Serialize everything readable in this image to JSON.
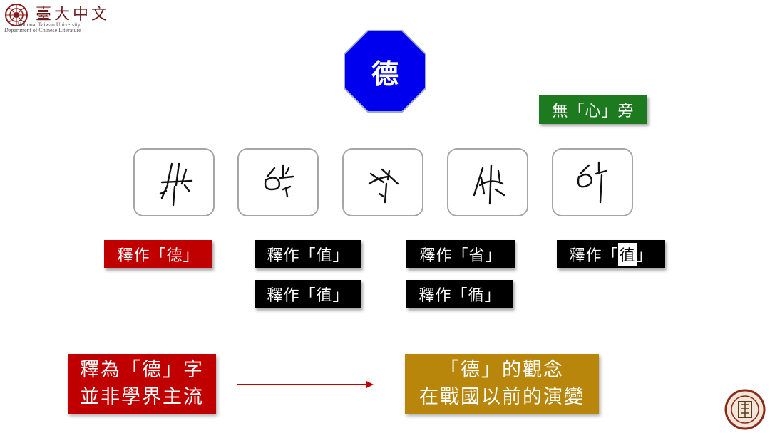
{
  "header": {
    "logo_title": "臺大中文",
    "logo_en_line1": "National Taiwan University",
    "logo_en_line2": "Department of Chinese Literature"
  },
  "diagram": {
    "center_char": "德",
    "no_heart_label": "無「心」旁",
    "glyph_icons": [
      "oracle-glyph-1-icon",
      "oracle-glyph-2-icon",
      "oracle-glyph-3-icon",
      "oracle-glyph-4-icon",
      "oracle-glyph-5-icon"
    ],
    "readings": {
      "r1": "釋作「德」",
      "r2a": "釋作「值」",
      "r2b": "釋作「徝」",
      "r3a": "釋作「省」",
      "r3b": "釋作「循」",
      "r4_prefix": "釋作「",
      "r4_char": "徝",
      "r4_suffix": "」"
    },
    "left_box": {
      "line1": "釋為「德」字",
      "line2": "並非學界主流"
    },
    "right_box": {
      "line1": "「德」的觀念",
      "line2": "在戰國以前的演變"
    }
  },
  "colors": {
    "octagon": "#0000ee",
    "green": "#1e7a1e",
    "red": "#c00000",
    "black": "#000000",
    "gold": "#b8860b",
    "arrow": "#c00000"
  }
}
